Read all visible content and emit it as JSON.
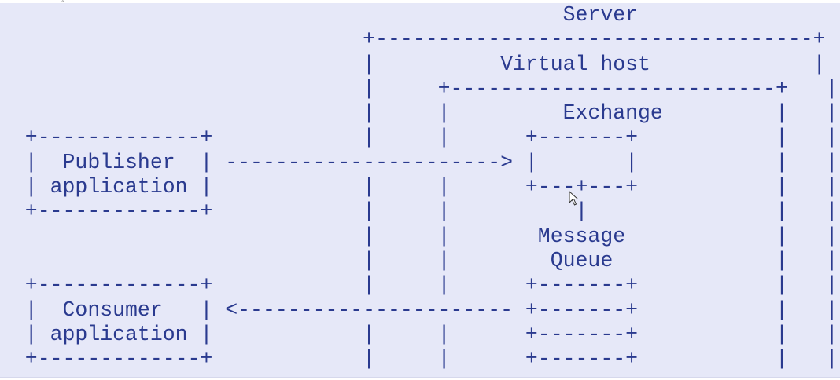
{
  "diagram": {
    "title": "Server",
    "boxes": {
      "server": "Server",
      "virtual_host": "Virtual host",
      "exchange": "Exchange",
      "message_queue": [
        "Message",
        "Queue"
      ],
      "publisher": [
        "Publisher",
        "application"
      ],
      "consumer": [
        "Consumer",
        "application"
      ]
    },
    "lines": [
      "                                             Server",
      "                             +-----------------------------------+",
      "                             |          Virtual host             |",
      "                             |     +--------------------------+   |",
      "                             |     |         Exchange         |   |",
      "  +-------------+            |     |      +-------+           |   |",
      "  |  Publisher  | ----------------------> |       |           |   |",
      "  | application |            |     |      +---+---+           |   |",
      "  +-------------+            |     |          |               |   |",
      "                             |     |       Message            |   |",
      "                             |     |        Queue             |   |",
      "  +-------------+            |     |      +-------+           |   |",
      "  |  Consumer   | <---------------------- +-------+           |   |",
      "  | application |            |     |      +-------+           |   |",
      "  +-------------+            |     |      +-------+           |   |"
    ],
    "corner_mark": "°"
  }
}
